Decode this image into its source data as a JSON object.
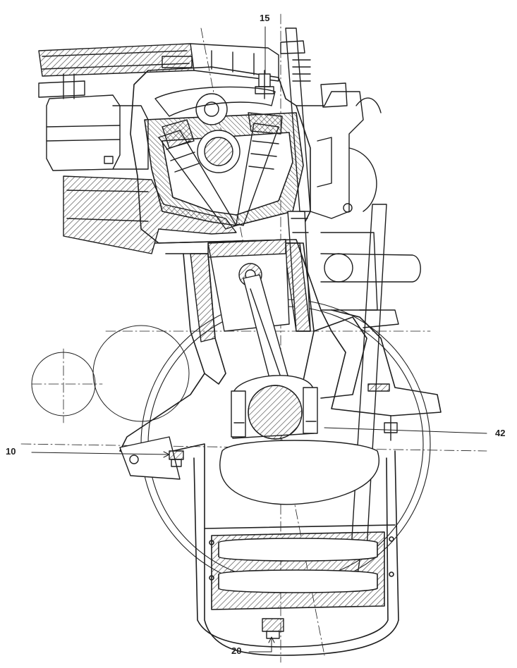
{
  "diagram": {
    "type": "engine-cross-section",
    "line_color": "#1e1e1e",
    "hatch_color": "#3a3a3a",
    "background": "#ffffff",
    "callouts": [
      {
        "id": "c15",
        "label": "15"
      },
      {
        "id": "c10",
        "label": "10"
      },
      {
        "id": "c42",
        "label": "42"
      },
      {
        "id": "c20",
        "label": "20"
      }
    ]
  }
}
